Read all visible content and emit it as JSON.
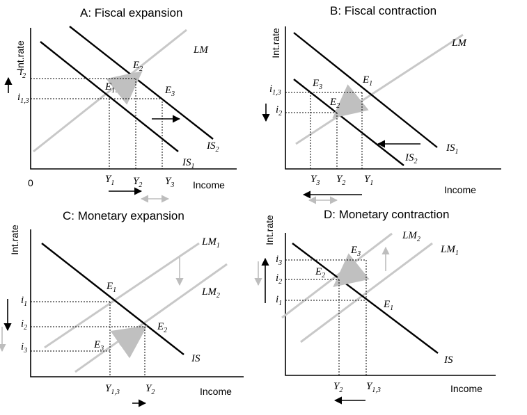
{
  "colors": {
    "curve_dark": "#000000",
    "curve_light": "#c8c8c8",
    "arrow_light": "#bdbdbd"
  },
  "panels": {
    "a": {
      "title": "A: Fiscal expansion",
      "y_axis": "Int.rate",
      "x_axis": "Income",
      "origin": "0",
      "curves": {
        "lm": "LM",
        "is1": "IS",
        "is1_sub": "1",
        "is2": "IS",
        "is2_sub": "2"
      },
      "points": {
        "e1": "E",
        "e1_sub": "1",
        "e2": "E",
        "e2_sub": "2",
        "e3": "E",
        "e3_sub": "3"
      },
      "y_ticks": {
        "i2": "i",
        "i2_sub": "2",
        "i13": "i",
        "i13_sub": "1,3"
      },
      "x_ticks": {
        "y1": "Y",
        "y1_sub": "1",
        "y2": "Y",
        "y2_sub": "2",
        "y3": "Y",
        "y3_sub": "3"
      }
    },
    "b": {
      "title": "B: Fiscal contraction",
      "y_axis": "Int.rate",
      "x_axis": "Income",
      "curves": {
        "lm": "LM",
        "is1": "IS",
        "is1_sub": "1",
        "is2": "IS",
        "is2_sub": "2"
      },
      "points": {
        "e1": "E",
        "e1_sub": "1",
        "e2": "E",
        "e2_sub": "2",
        "e3": "E",
        "e3_sub": "3"
      },
      "y_ticks": {
        "i13": "i",
        "i13_sub": "1,3",
        "i2": "i",
        "i2_sub": "2"
      },
      "x_ticks": {
        "y3": "Y",
        "y3_sub": "3",
        "y2": "Y",
        "y2_sub": "2",
        "y1": "Y",
        "y1_sub": "1"
      }
    },
    "c": {
      "title": "C: Monetary expansion",
      "y_axis": "Int.rate",
      "x_axis": "Income",
      "curves": {
        "lm1": "LM",
        "lm1_sub": "1",
        "lm2": "LM",
        "lm2_sub": "2",
        "is": "IS"
      },
      "points": {
        "e1": "E",
        "e1_sub": "1",
        "e2": "E",
        "e2_sub": "2",
        "e3": "E",
        "e3_sub": "3"
      },
      "y_ticks": {
        "i1": "i",
        "i1_sub": "1",
        "i2": "i",
        "i2_sub": "2",
        "i3": "i",
        "i3_sub": "3"
      },
      "x_ticks": {
        "y13": "Y",
        "y13_sub": "1,3",
        "y2": "Y",
        "y2_sub": "2"
      }
    },
    "d": {
      "title": "D: Monetary contraction",
      "y_axis": "Int.rate",
      "x_axis": "Income",
      "curves": {
        "lm1": "LM",
        "lm1_sub": "1",
        "lm2": "LM",
        "lm2_sub": "2",
        "is": "IS"
      },
      "points": {
        "e1": "E",
        "e1_sub": "1",
        "e2": "E",
        "e2_sub": "2",
        "e3": "E",
        "e3_sub": "3"
      },
      "y_ticks": {
        "i3": "i",
        "i3_sub": "3",
        "i2": "i",
        "i2_sub": "2",
        "i1": "i",
        "i1_sub": "1"
      },
      "x_ticks": {
        "y2": "Y",
        "y2_sub": "2",
        "y13": "Y",
        "y13_sub": "1,3"
      }
    }
  }
}
